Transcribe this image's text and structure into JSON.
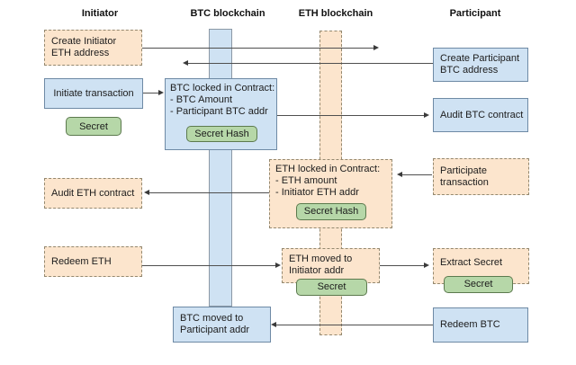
{
  "diagram": {
    "columns": {
      "initiator": "Initiator",
      "btc_blockchain": "BTC blockchain",
      "eth_blockchain": "ETH blockchain",
      "participant": "Participant"
    },
    "boxes": {
      "create_initiator_eth": {
        "line1": "Create Initiator",
        "line2": "ETH address"
      },
      "initiate_transaction": {
        "label": "Initiate transaction"
      },
      "initiator_secret": {
        "label": "Secret"
      },
      "btc_locked": {
        "line1": "BTC locked in Contract:",
        "line2": "- BTC Amount",
        "line3": "- Participant BTC addr",
        "button": "Secret Hash"
      },
      "audit_eth_contract": {
        "label": "Audit ETH contract"
      },
      "redeem_eth": {
        "label": "Redeem ETH"
      },
      "eth_locked": {
        "line1": "ETH locked in Contract:",
        "line2": "- ETH amount",
        "line3": "- Initiator ETH addr",
        "button": "Secret Hash"
      },
      "eth_moved": {
        "line1": "ETH moved to",
        "line2": "Initiator addr",
        "button": "Secret"
      },
      "btc_moved": {
        "line1": "BTC moved to",
        "line2": "Participant addr"
      },
      "create_participant_btc": {
        "line1": "Create Participant",
        "line2": "BTC address"
      },
      "audit_btc_contract": {
        "label": "Audit BTC contract"
      },
      "participate_transaction": {
        "line1": "Participate",
        "line2": "transaction"
      },
      "extract_secret": {
        "label": "Extract Secret",
        "button": "Secret"
      },
      "redeem_btc": {
        "label": "Redeem BTC"
      }
    },
    "colors": {
      "blue_fill": "#cfe2f3",
      "blue_border": "#6e8aa5",
      "orange_fill": "#fce5cd",
      "orange_border": "#94886f",
      "green_fill": "#b6d7a8",
      "green_border": "#5c7a4e",
      "arrow": "#4a4a4a"
    }
  }
}
